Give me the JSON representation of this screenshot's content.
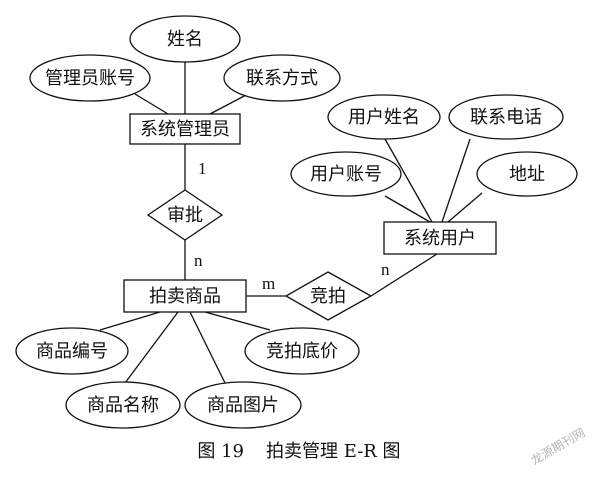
{
  "caption": {
    "figure": "图 19",
    "title": "拍卖管理 E-R 图"
  },
  "watermark": "龙源期刊网",
  "entities": {
    "admin": "系统管理员",
    "user": "系统用户",
    "item": "拍卖商品"
  },
  "relationships": {
    "approve": "审批",
    "bid": "竞拍"
  },
  "attributes": {
    "admin_name": "姓名",
    "admin_account": "管理员账号",
    "admin_contact": "联系方式",
    "user_name": "用户姓名",
    "user_phone": "联系电话",
    "user_account": "用户账号",
    "user_address": "地址",
    "item_id": "商品编号",
    "item_name": "商品名称",
    "item_image": "商品图片",
    "item_reserve": "竞拍底价"
  },
  "cardinalities": {
    "admin_approve": "1",
    "approve_item": "n",
    "item_bid": "m",
    "bid_user": "n"
  }
}
